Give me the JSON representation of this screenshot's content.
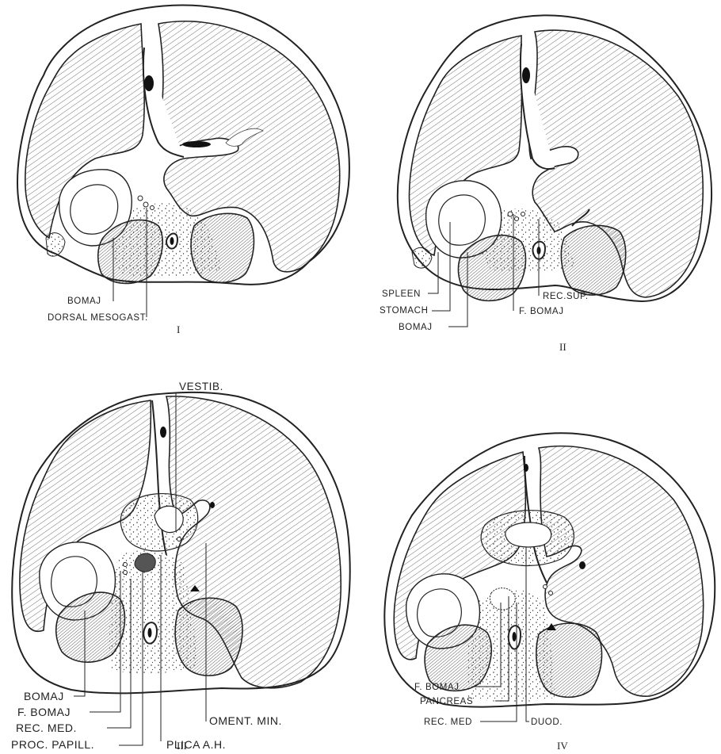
{
  "figures": [
    {
      "id": "I",
      "numeral": "I",
      "labels": [
        "BOMAJ",
        "DORSAL MESOGAST."
      ]
    },
    {
      "id": "II",
      "numeral": "II",
      "labels": [
        "SPLEEN",
        "STOMACH",
        "BOMAJ",
        "F. BOMAJ",
        "REC.SUP."
      ]
    },
    {
      "id": "III",
      "numeral": "III",
      "labels": [
        "VESTIB.",
        "BOMAJ",
        "F. BOMAJ",
        "REC. MED.",
        "PROC. PAPILL.",
        "PLICA A.H.",
        "OMENT. MIN."
      ]
    },
    {
      "id": "IV",
      "numeral": "IV",
      "labels": [
        "F. BOMAJ",
        "PANCREAS",
        "REC. MED",
        "DUOD."
      ]
    }
  ]
}
